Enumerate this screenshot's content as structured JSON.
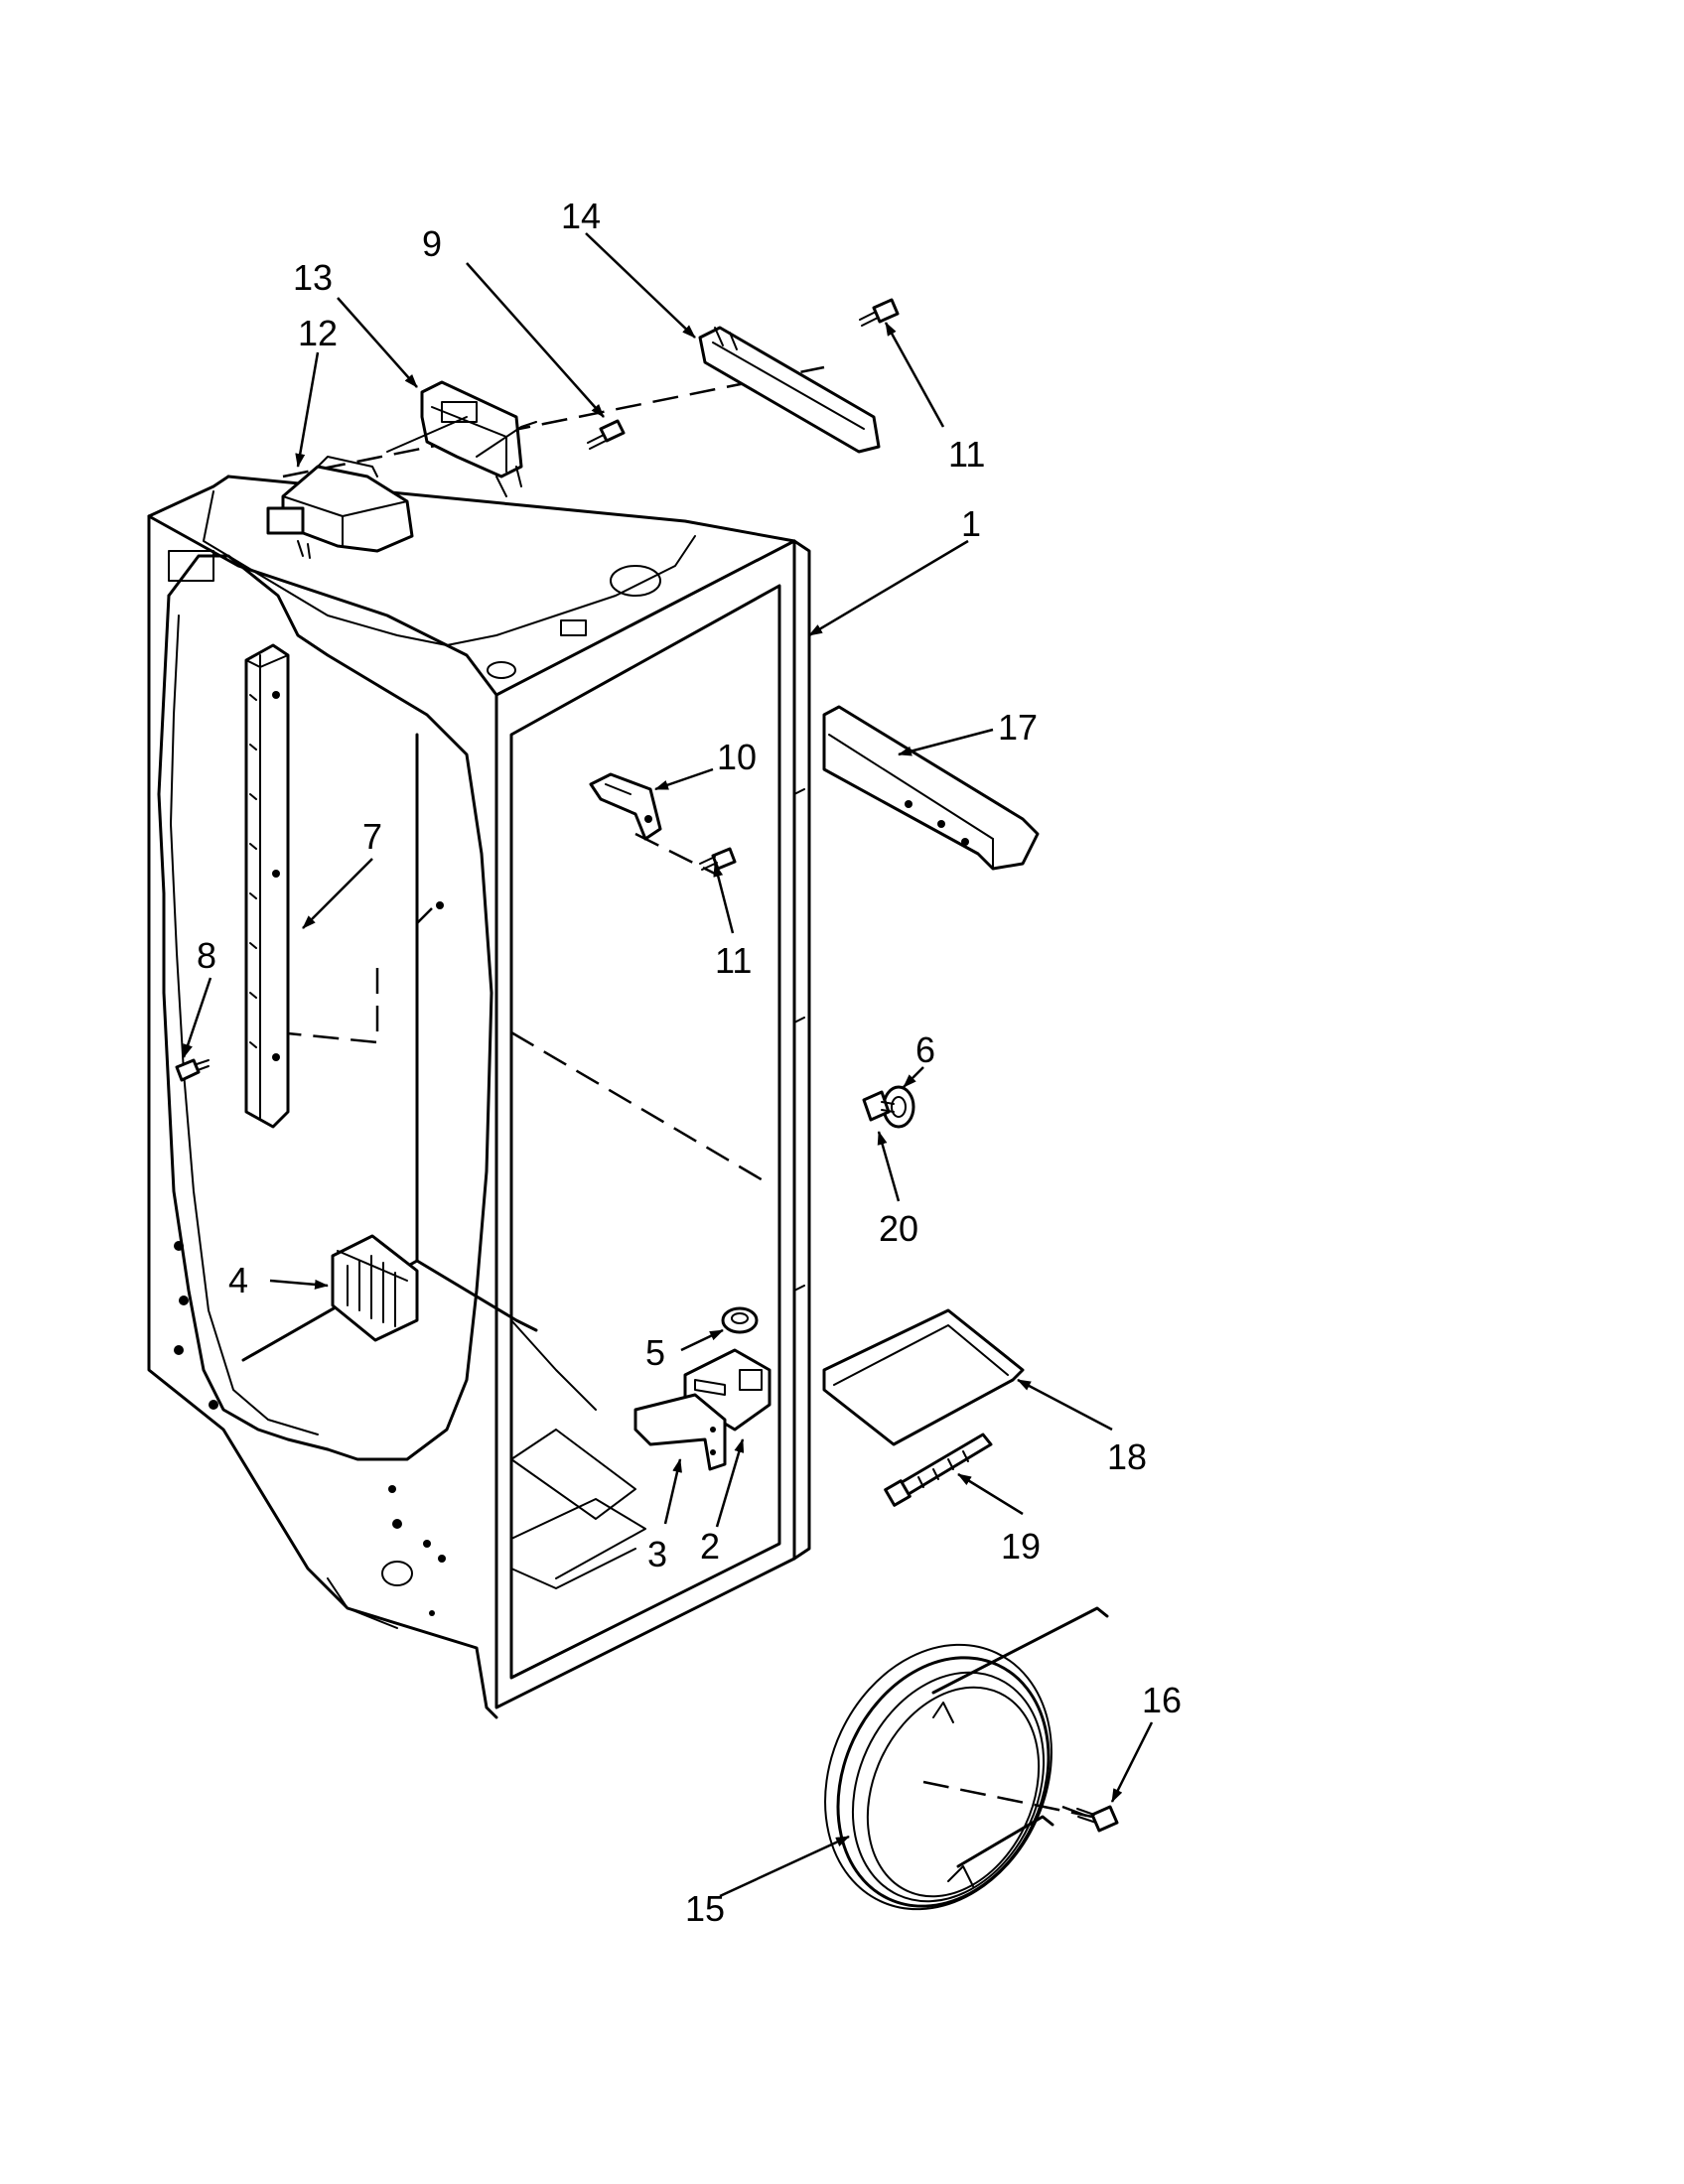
{
  "callouts": [
    {
      "id": "1",
      "text": "1"
    },
    {
      "id": "2",
      "text": "2"
    },
    {
      "id": "3",
      "text": "3"
    },
    {
      "id": "4",
      "text": "4"
    },
    {
      "id": "5",
      "text": "5"
    },
    {
      "id": "6",
      "text": "6"
    },
    {
      "id": "7",
      "text": "7"
    },
    {
      "id": "8",
      "text": "8"
    },
    {
      "id": "9",
      "text": "9"
    },
    {
      "id": "10",
      "text": "10"
    },
    {
      "id": "11a",
      "text": "11"
    },
    {
      "id": "11b",
      "text": "11"
    },
    {
      "id": "12",
      "text": "12"
    },
    {
      "id": "13",
      "text": "13"
    },
    {
      "id": "14",
      "text": "14"
    },
    {
      "id": "15",
      "text": "15"
    },
    {
      "id": "16",
      "text": "16"
    },
    {
      "id": "17",
      "text": "17"
    },
    {
      "id": "18",
      "text": "18"
    },
    {
      "id": "19",
      "text": "19"
    },
    {
      "id": "20",
      "text": "20"
    }
  ]
}
